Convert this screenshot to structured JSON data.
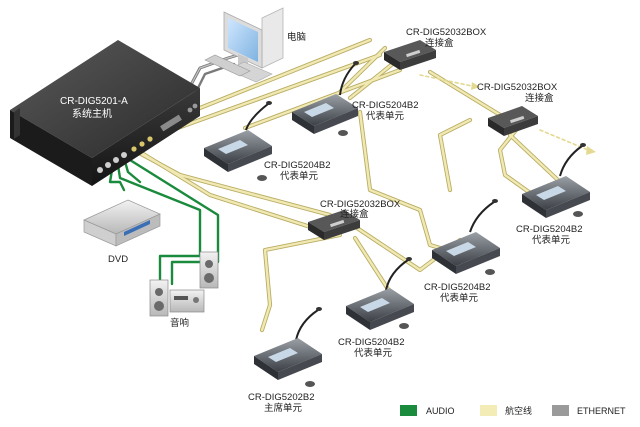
{
  "main_unit": {
    "model": "CR-DIG5201-A",
    "name": "系统主机"
  },
  "computer": {
    "label": "电脑"
  },
  "dvd": {
    "label": "DVD"
  },
  "speaker": {
    "label": "音响"
  },
  "boxes": [
    {
      "model": "CR-DIG52032BOX",
      "name": "连接盒"
    },
    {
      "model": "CR-DIG52032BOX",
      "name": "连接盒"
    },
    {
      "model": "CR-DIG52032BOX",
      "name": "连接盒"
    }
  ],
  "units": [
    {
      "model": "CR-DIG5204B2",
      "role": "代表单元"
    },
    {
      "model": "CR-DIG5204B2",
      "role": "代表单元"
    },
    {
      "model": "CR-DIG5204B2",
      "role": "代表单元"
    },
    {
      "model": "CR-DIG5204B2",
      "role": "代表单元"
    },
    {
      "model": "CR-DIG5204B2",
      "role": "代表单元"
    },
    {
      "model": "CR-DIG5202B2",
      "role": "主席单元"
    }
  ],
  "legend": [
    {
      "label": "AUDIO",
      "color": "#1a8a3c"
    },
    {
      "label": "航空线",
      "color": "#f3ecb6"
    },
    {
      "label": "ETHERNET",
      "color": "#9a9a9a"
    }
  ],
  "colors": {
    "audio": "#1a8a3c",
    "aviation": "#e4d990",
    "ethernet": "#8a8a8a"
  }
}
